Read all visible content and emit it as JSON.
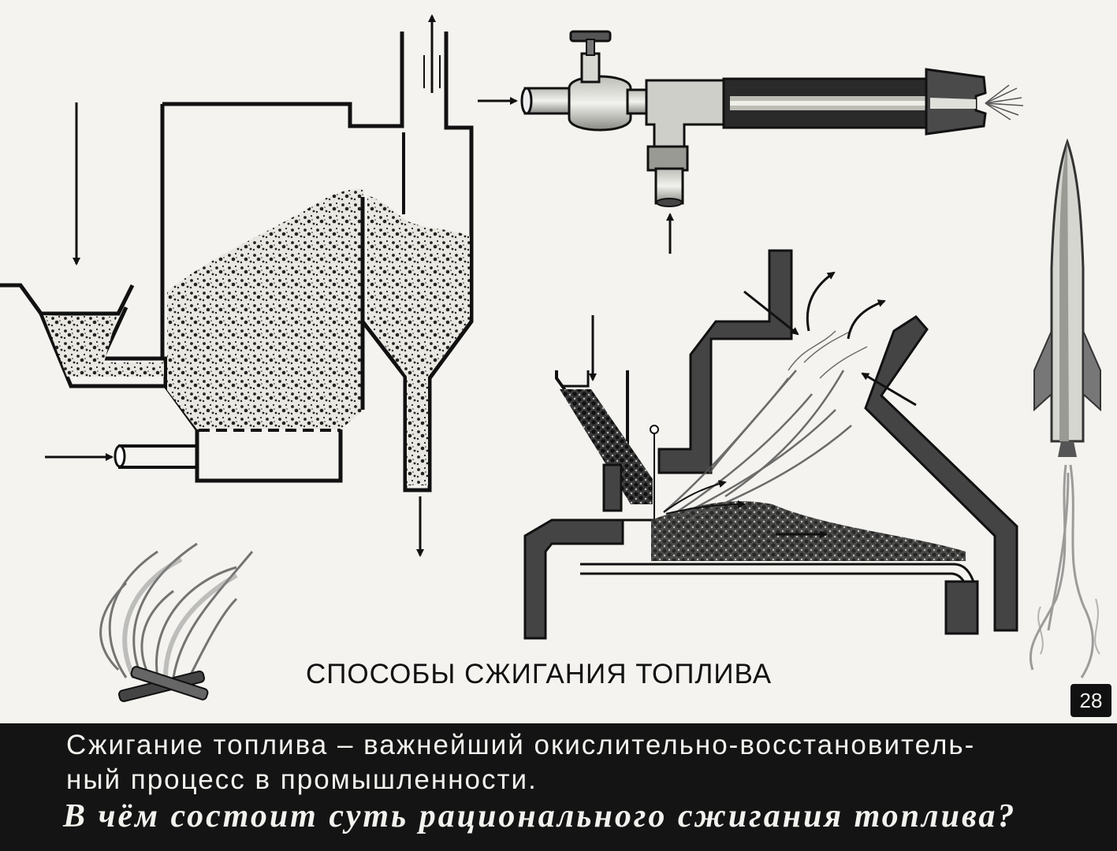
{
  "diagram": {
    "title": "СПОСОБЫ СЖИГАНИЯ ТОПЛИВА",
    "page_number": "28"
  },
  "caption": {
    "line1": "Сжигание топлива – важнейший окислительно-восстановитель-",
    "line2": "ный процесс в промышленности.",
    "question": "В чём состоит суть рационального сжигания топлива?"
  },
  "colors": {
    "background": "#f4f3ef",
    "ink": "#111111",
    "caption_background": "#141414",
    "caption_text": "#f2f2ee"
  },
  "icons": [
    "campfire-icon",
    "rocket-icon",
    "valve-icon"
  ]
}
